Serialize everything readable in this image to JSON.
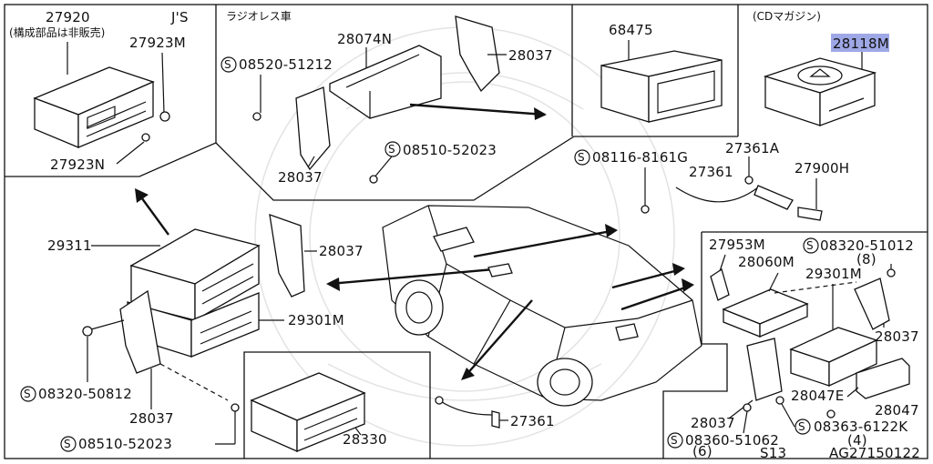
{
  "parts": {
    "p27920": "27920",
    "p27920_note": "(構成部品は非販売)",
    "js": "J'S",
    "p27923M": "27923M",
    "p27923N": "27923N",
    "radioless": "ラジオレス車",
    "p28074N": "28074N",
    "s08520": "08520-51212",
    "p28037_a": "28037",
    "p28037_b": "28037",
    "s08510_a": "08510-52023",
    "p68475": "68475",
    "cd_mag": "(CDマガジン)",
    "p28118M": "28118M",
    "s08116": "08116-8161G",
    "p27361A": "27361A",
    "p27361_a": "27361",
    "p27900H": "27900H",
    "p29311": "29311",
    "p28037_c": "28037",
    "p29301M_a": "29301M",
    "s08320_a": "08320-50812",
    "p28037_d": "28037",
    "s08510_b": "08510-52023",
    "p28330": "28330",
    "p27361_b": "27361",
    "p27953M": "27953M",
    "s08320_b": "08320-51012",
    "qty8": "(8)",
    "p28060M": "28060M",
    "p29301M_b": "29301M",
    "p28037_e": "28037",
    "p28047E": "28047E",
    "p28047": "28047",
    "p28037_f": "28037",
    "s08363": "08363-6122K",
    "qty4": "(4)",
    "s08360": "08360-51062",
    "qty6": "(6)",
    "s13": "S13",
    "code": "AG27150122"
  },
  "symbols": {
    "screw_mark": "S"
  },
  "colors": {
    "highlight": "#9ea8e6",
    "line": "#111111"
  }
}
